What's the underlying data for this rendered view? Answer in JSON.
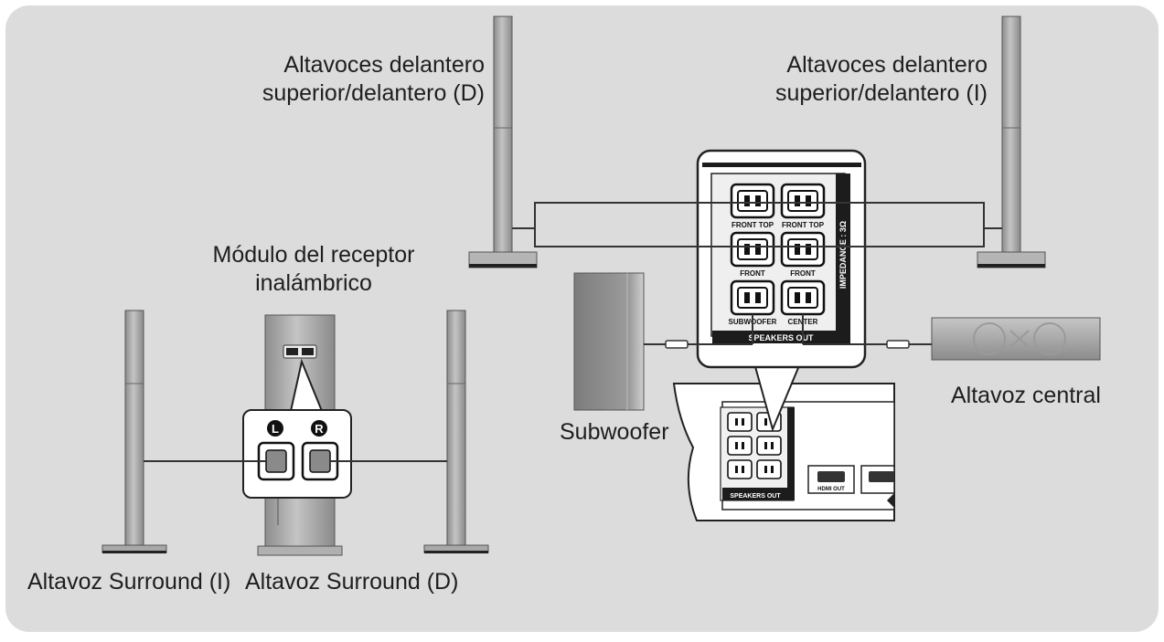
{
  "labels": {
    "front_right_line1": "Altavoces delantero",
    "front_right_line2": "superior/delantero (D)",
    "front_left_line1": "Altavoces delantero",
    "front_left_line2": "superior/delantero (I)",
    "wireless_line1": "Módulo del receptor",
    "wireless_line2": "inalámbrico",
    "surround_left": "Altavoz Surround (I)",
    "surround_right": "Altavoz Surround (D)",
    "subwoofer": "Subwoofer",
    "center": "Altavoz central"
  },
  "panel": {
    "front_top": "FRONT TOP",
    "front": "FRONT",
    "subwoofer": "SUBWOOFER",
    "center": "CENTER",
    "speakers_out": "SPEAKERS OUT",
    "impedance": "IMPEDANCE : 3Ω"
  },
  "receiver": {
    "left_mark": "L",
    "right_mark": "R"
  },
  "unit": {
    "hdmi_out": "HDMI OUT",
    "speakers_out": "SPEAKERS OUT"
  },
  "colors": {
    "background": "#dcdcdc",
    "speaker": "#a9a9a9",
    "panel_dark": "#1c1c1c",
    "line": "#333333"
  }
}
